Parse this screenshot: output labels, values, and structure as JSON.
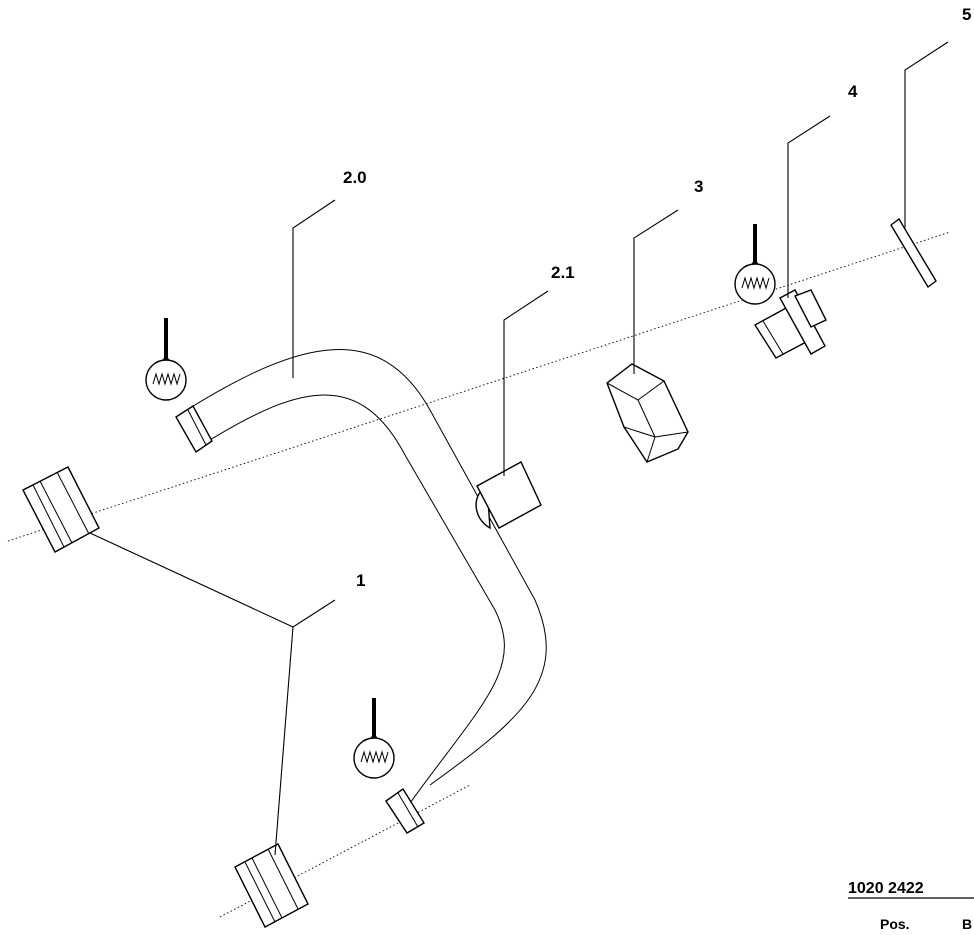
{
  "labels": {
    "pos_1": "1",
    "pos_2_0": "2.0",
    "pos_2_1": "2.1",
    "pos_3": "3",
    "pos_4": "4",
    "pos_5": "5"
  },
  "doc_number": "1020 2422",
  "table_header": {
    "pos": "Pos.",
    "second_col": "B"
  },
  "icons": {
    "weld_symbol": "weld-symbol-icon"
  }
}
